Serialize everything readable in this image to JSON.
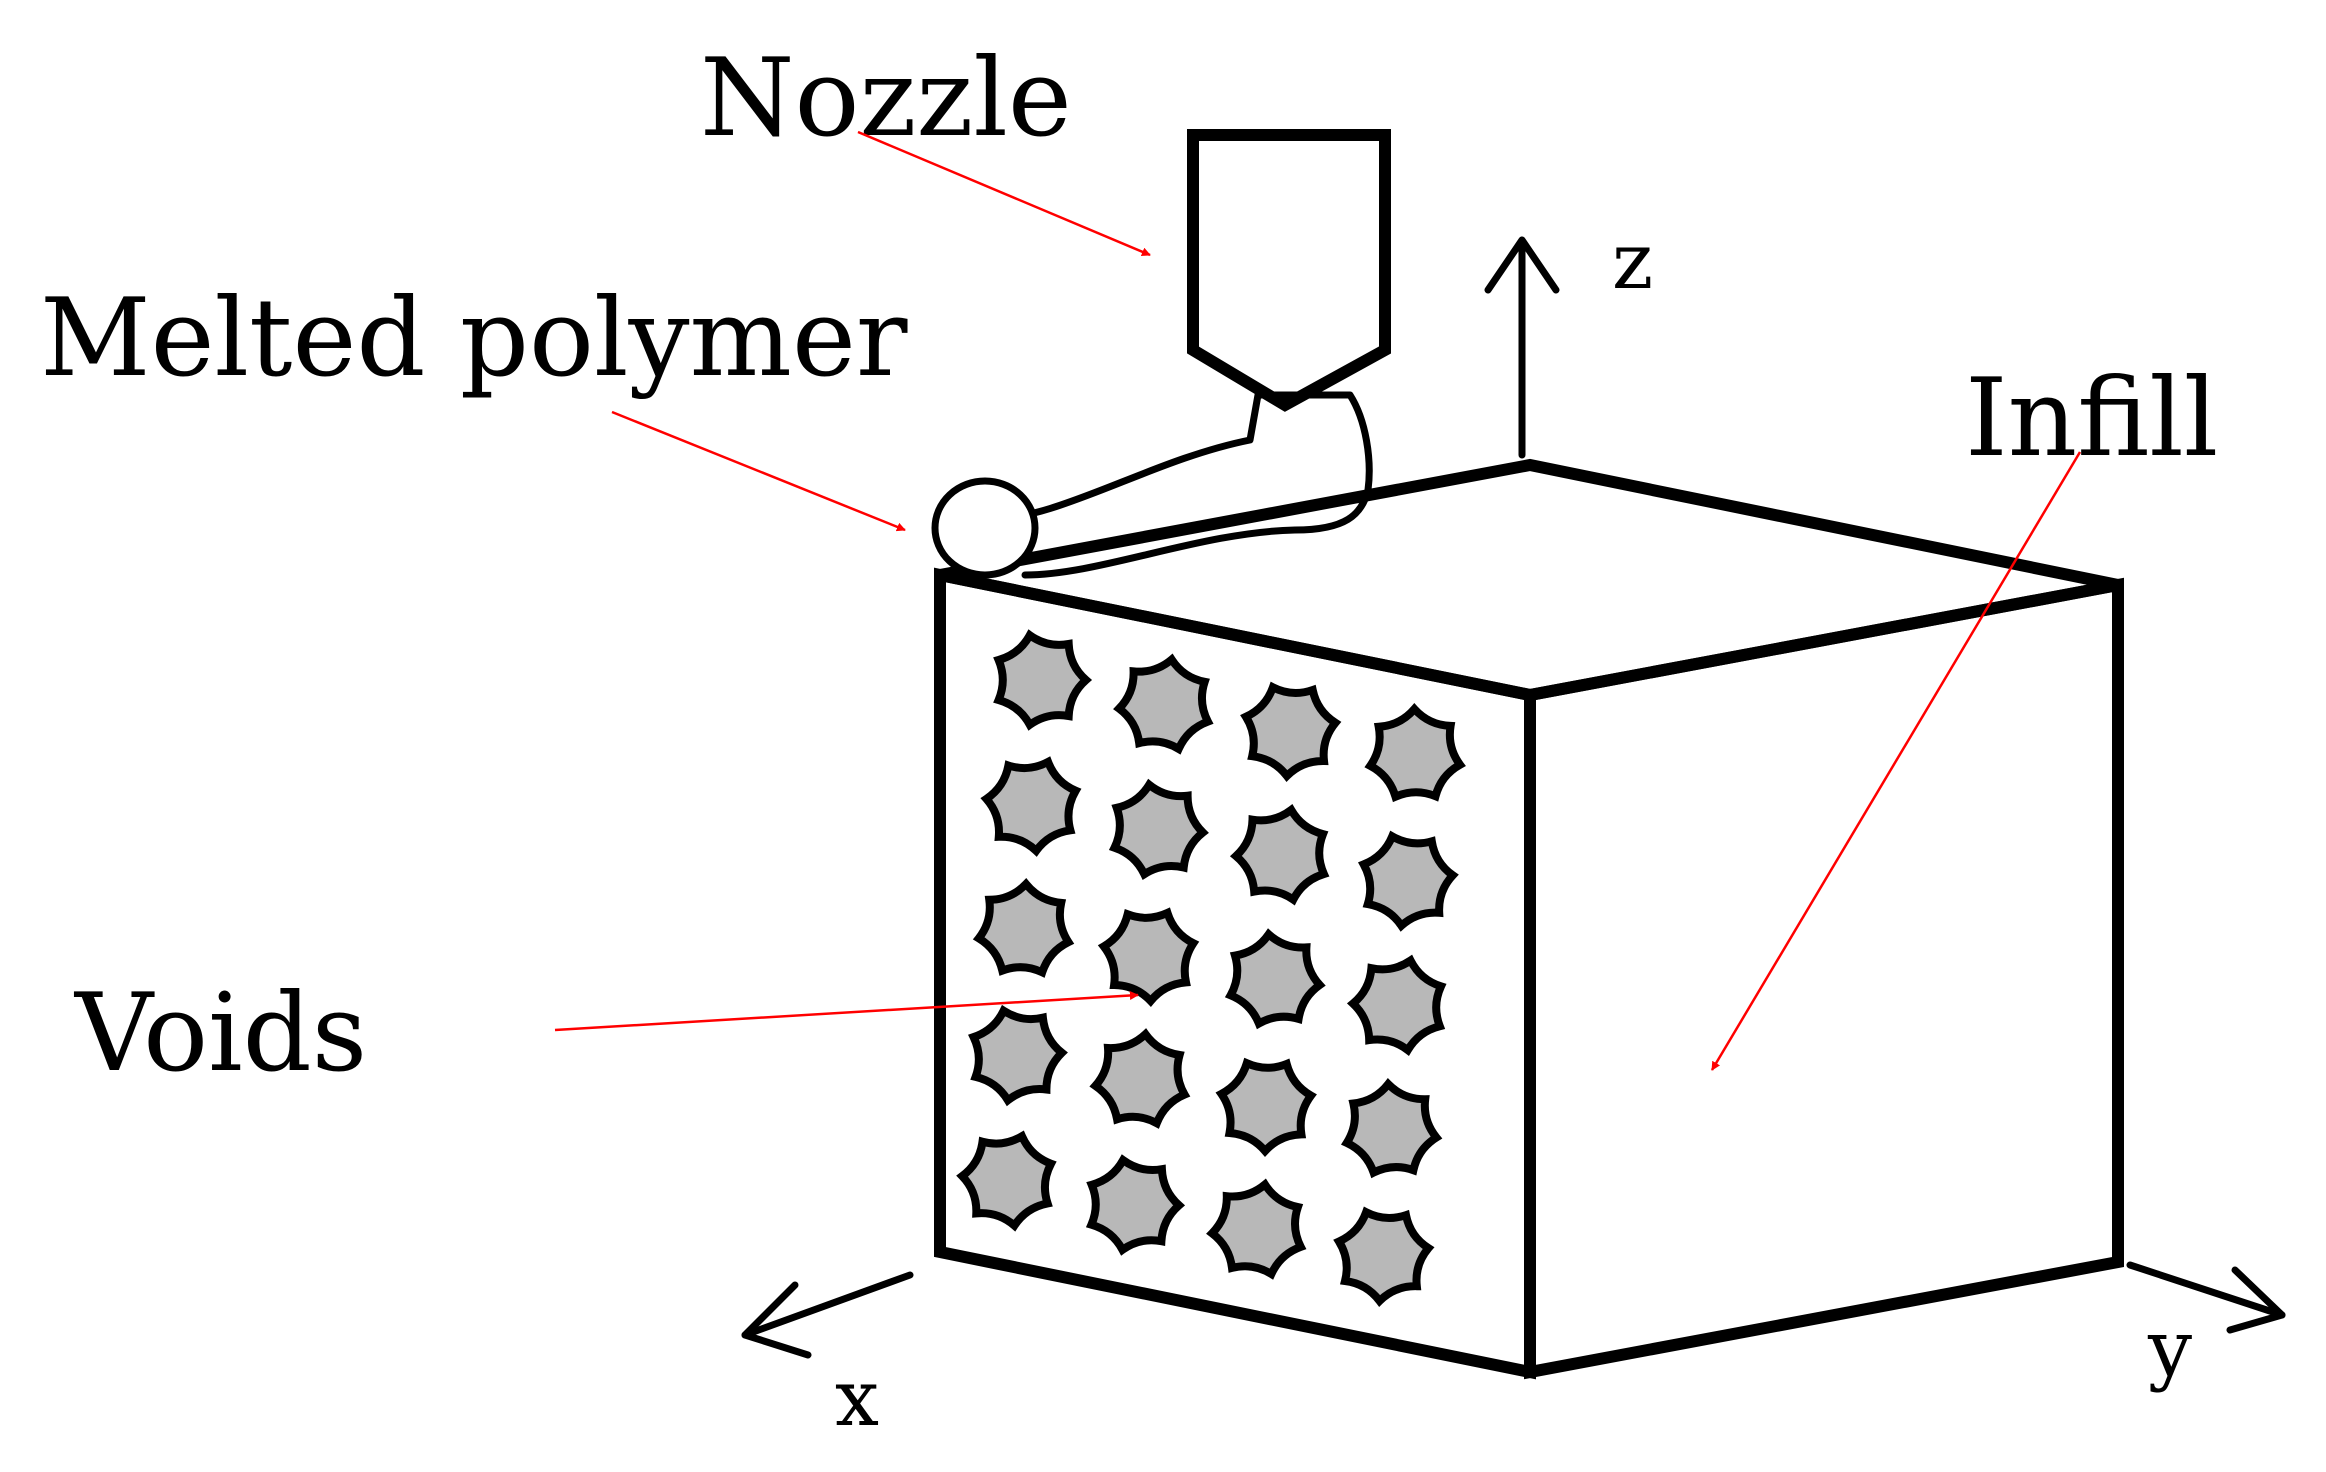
{
  "labels": {
    "nozzle": "Nozzle",
    "melted_polymer": "Melted polymer",
    "infill": "Infill",
    "voids": "Voids"
  },
  "axes": {
    "x": "x",
    "y": "y",
    "z": "z"
  },
  "colors": {
    "outline": "#000000",
    "pointer": "#ff0000",
    "void_fill": "#b8b8b8",
    "background": "#ffffff"
  },
  "voids_grid": {
    "rows": 5,
    "columns": 4
  }
}
